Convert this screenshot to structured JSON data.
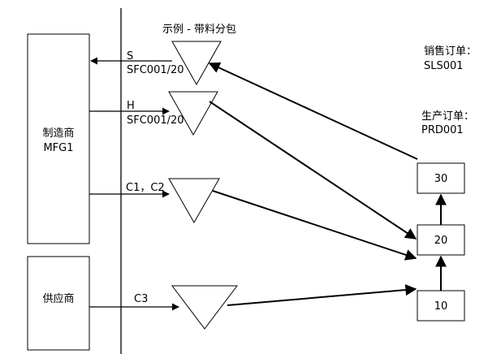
{
  "diagram": {
    "title": "示例 - 带料分包",
    "manufacturer": {
      "name": "制造商",
      "code": "MFG1"
    },
    "supplier": {
      "name": "供应商"
    },
    "sales_order": {
      "label": "销售订单：",
      "code": "SLS001"
    },
    "production_order": {
      "label": "生产订单：",
      "code": "PRD001"
    },
    "operations": [
      "30",
      "20",
      "10"
    ],
    "flows": {
      "s": {
        "name": "S",
        "ref": "SFC001/20"
      },
      "h": {
        "name": "H",
        "ref": "SFC001/20"
      },
      "c12": {
        "name": "C1，C2"
      },
      "c3": {
        "name": "C3"
      }
    }
  }
}
